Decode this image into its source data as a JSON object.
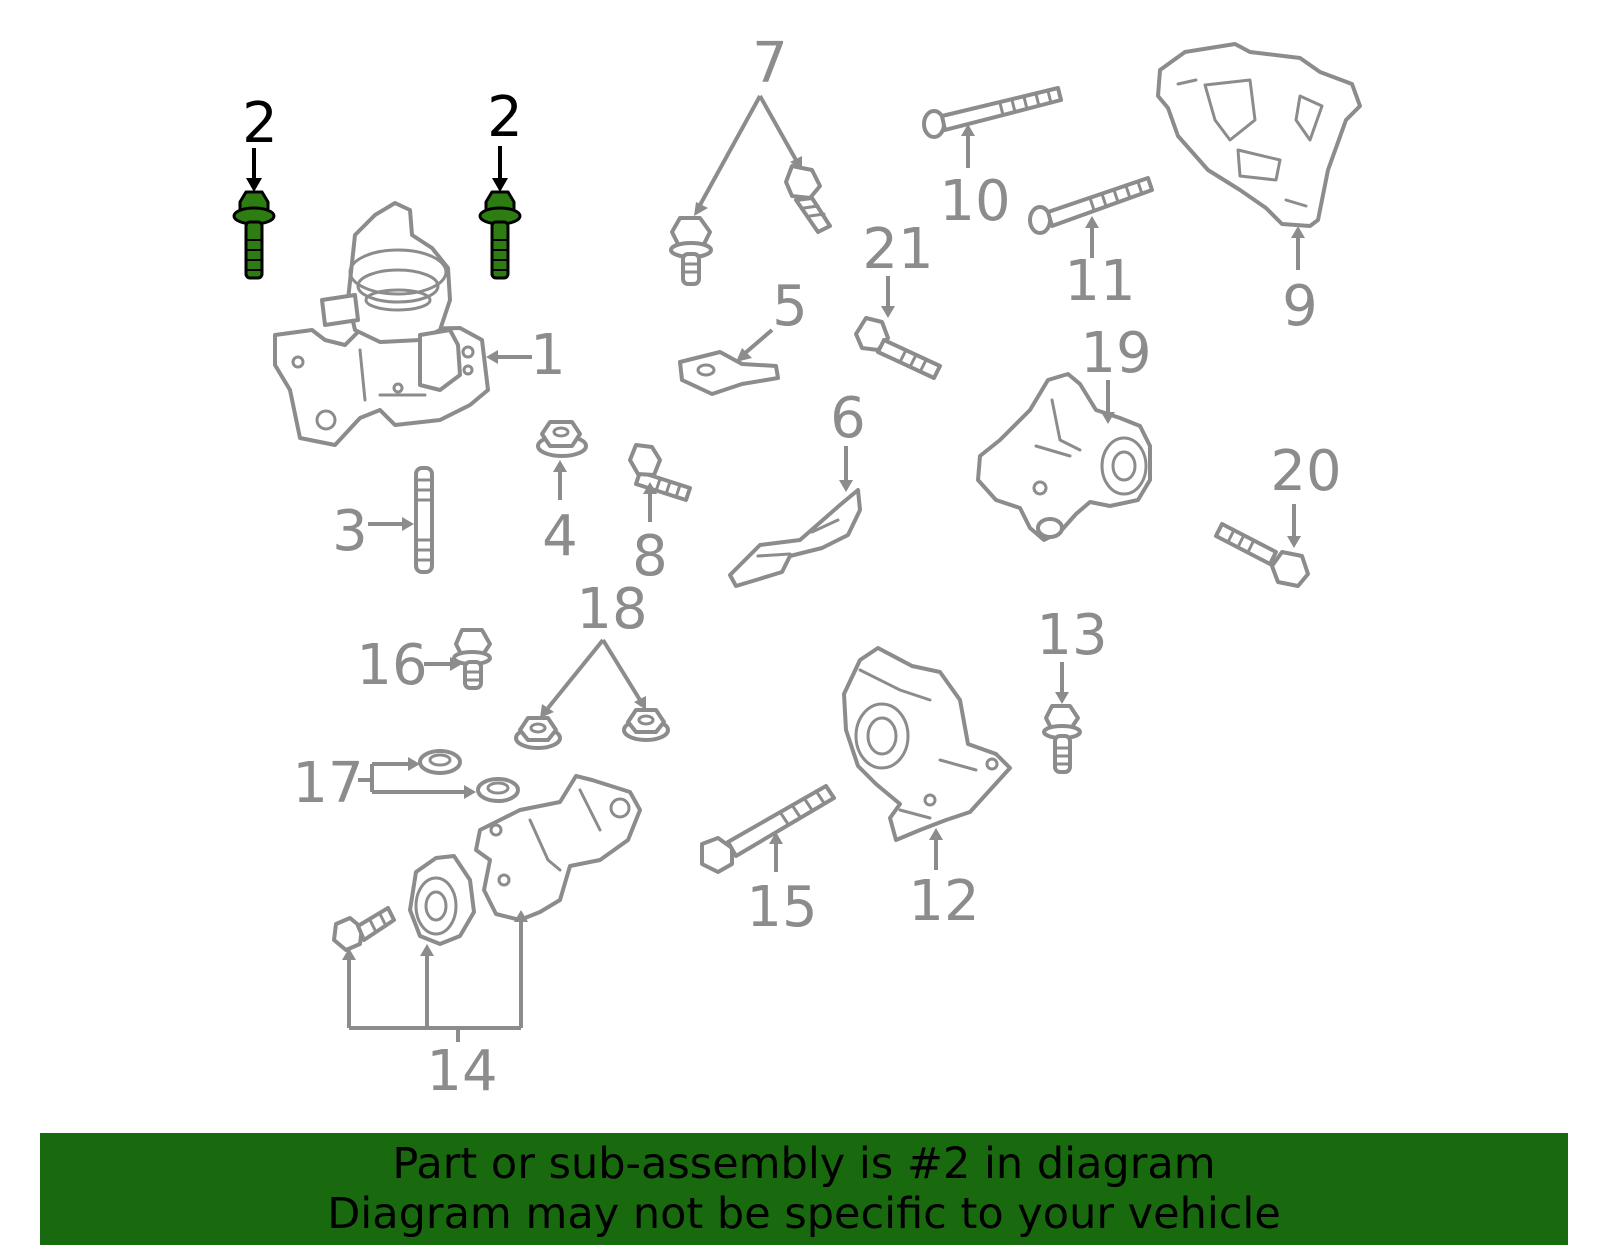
{
  "callouts": {
    "c1": "1",
    "c2a": "2",
    "c2b": "2",
    "c3": "3",
    "c4": "4",
    "c5": "5",
    "c6": "6",
    "c7": "7",
    "c8": "8",
    "c9": "9",
    "c10": "10",
    "c11": "11",
    "c12": "12",
    "c13": "13",
    "c14": "14",
    "c15": "15",
    "c16": "16",
    "c17": "17",
    "c18": "18",
    "c19": "19",
    "c20": "20",
    "c21": "21"
  },
  "highlight": {
    "part_number": "2",
    "color": "#19690f",
    "bolt_color": "#2e7d12"
  },
  "banner": {
    "line1": "Part or sub-assembly is #2 in diagram",
    "line2": "Diagram may not be specific to your vehicle"
  },
  "colors": {
    "line_art": "#8c8c8c",
    "highlight_text": "#000000",
    "background": "#ffffff"
  }
}
